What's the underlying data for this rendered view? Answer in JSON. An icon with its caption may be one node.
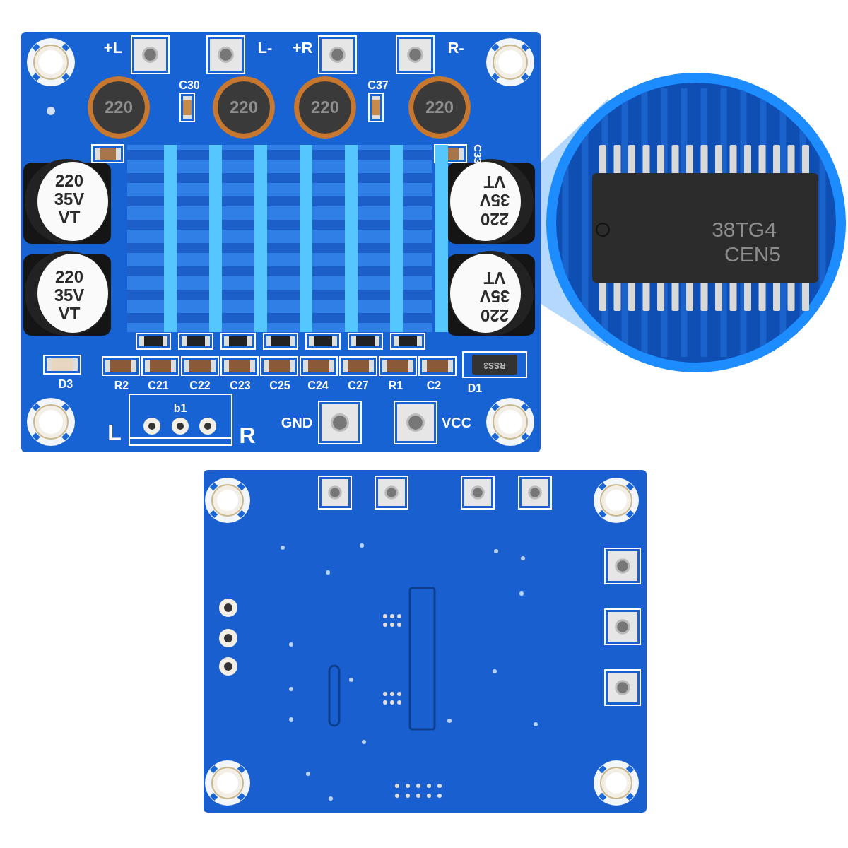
{
  "diagram": {
    "labels": [
      "+L",
      "L-",
      "+R",
      "R-",
      "C30",
      "C37",
      "220",
      "220",
      "220",
      "220",
      "C33",
      "220",
      "35V",
      "VT",
      "220",
      "35V",
      "VT",
      "38TG4",
      "CEN5",
      "220",
      "35V",
      "VT",
      "220",
      "35V",
      "VT",
      "D3",
      "R2",
      "C21",
      "C22",
      "C23",
      "C25",
      "C24",
      "C27",
      "R1",
      "C2",
      "RSS3",
      "D1",
      "b1",
      "L",
      "R",
      "GND",
      "VCC"
    ]
  }
}
